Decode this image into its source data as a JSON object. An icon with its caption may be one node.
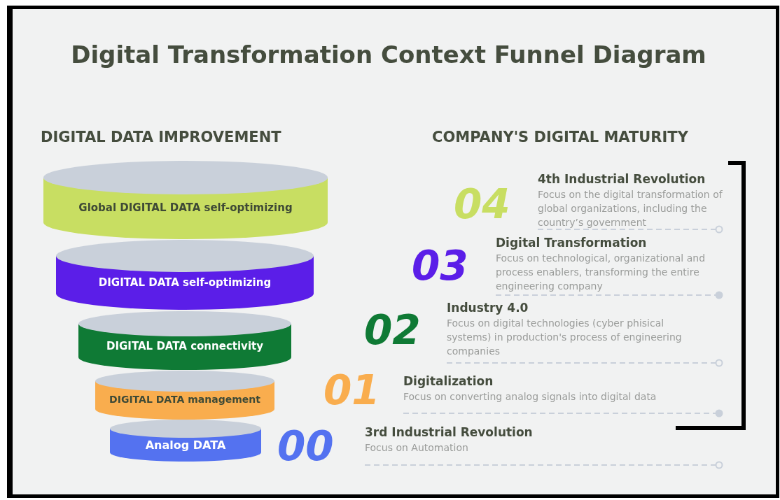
{
  "diagram": {
    "title": "Digital Transformation Context Funnel Diagram",
    "nodes": [
      {
        "text": [
          "Global DIGITAL DATA self-optimizing"
        ]
      },
      {
        "text": [
          "DIGITAL DATA self-optimizing"
        ]
      },
      {
        "text": [
          "DIGITAL DATA connectivity"
        ]
      },
      {
        "text": [
          "DIGITAL DATA management"
        ]
      },
      {
        "text": [
          "Analog DATA"
        ]
      }
    ],
    "edges": [],
    "labels": [
      "DIGITAL DATA IMPROVEMENT",
      "COMPANY'S DIGITAL MATURITY",
      "04",
      "4th Industrial Revolution",
      "Focus on the digital transformation of global organizations, including the country’s government",
      "03",
      "Digital Transformation",
      "Focus on technological, organizational and process enablers, transforming the entire engineering company",
      "02",
      "Industry 4.0",
      "Focus on digital technologies (cyber phisical systems) in production's process of engineering companies",
      "01",
      "Digitalization",
      "Focus on converting analog signals into digital data",
      "00",
      "3rd Industrial Revolution",
      "Focus on Automation"
    ]
  }
}
